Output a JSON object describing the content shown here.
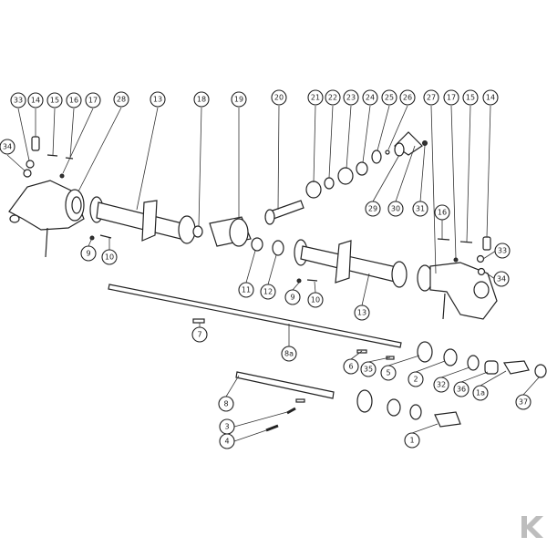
{
  "diagram": {
    "title": "Exploded parts diagram - gearbox shaft assembly",
    "labels": [
      "33",
      "14",
      "15",
      "16",
      "17",
      "28",
      "13",
      "18",
      "19",
      "20",
      "21",
      "22",
      "23",
      "24",
      "25",
      "26",
      "27",
      "17",
      "15",
      "14",
      "34",
      "9",
      "10",
      "29",
      "30",
      "31",
      "16",
      "33",
      "34",
      "11",
      "12",
      "9",
      "10",
      "13",
      "7",
      "8a",
      "6",
      "35",
      "5",
      "2",
      "32",
      "36",
      "1a",
      "37",
      "8",
      "3",
      "4",
      "1"
    ],
    "watermark": "K",
    "colors": {
      "ink": "#222222",
      "watermark": "#bdbdbd"
    }
  }
}
